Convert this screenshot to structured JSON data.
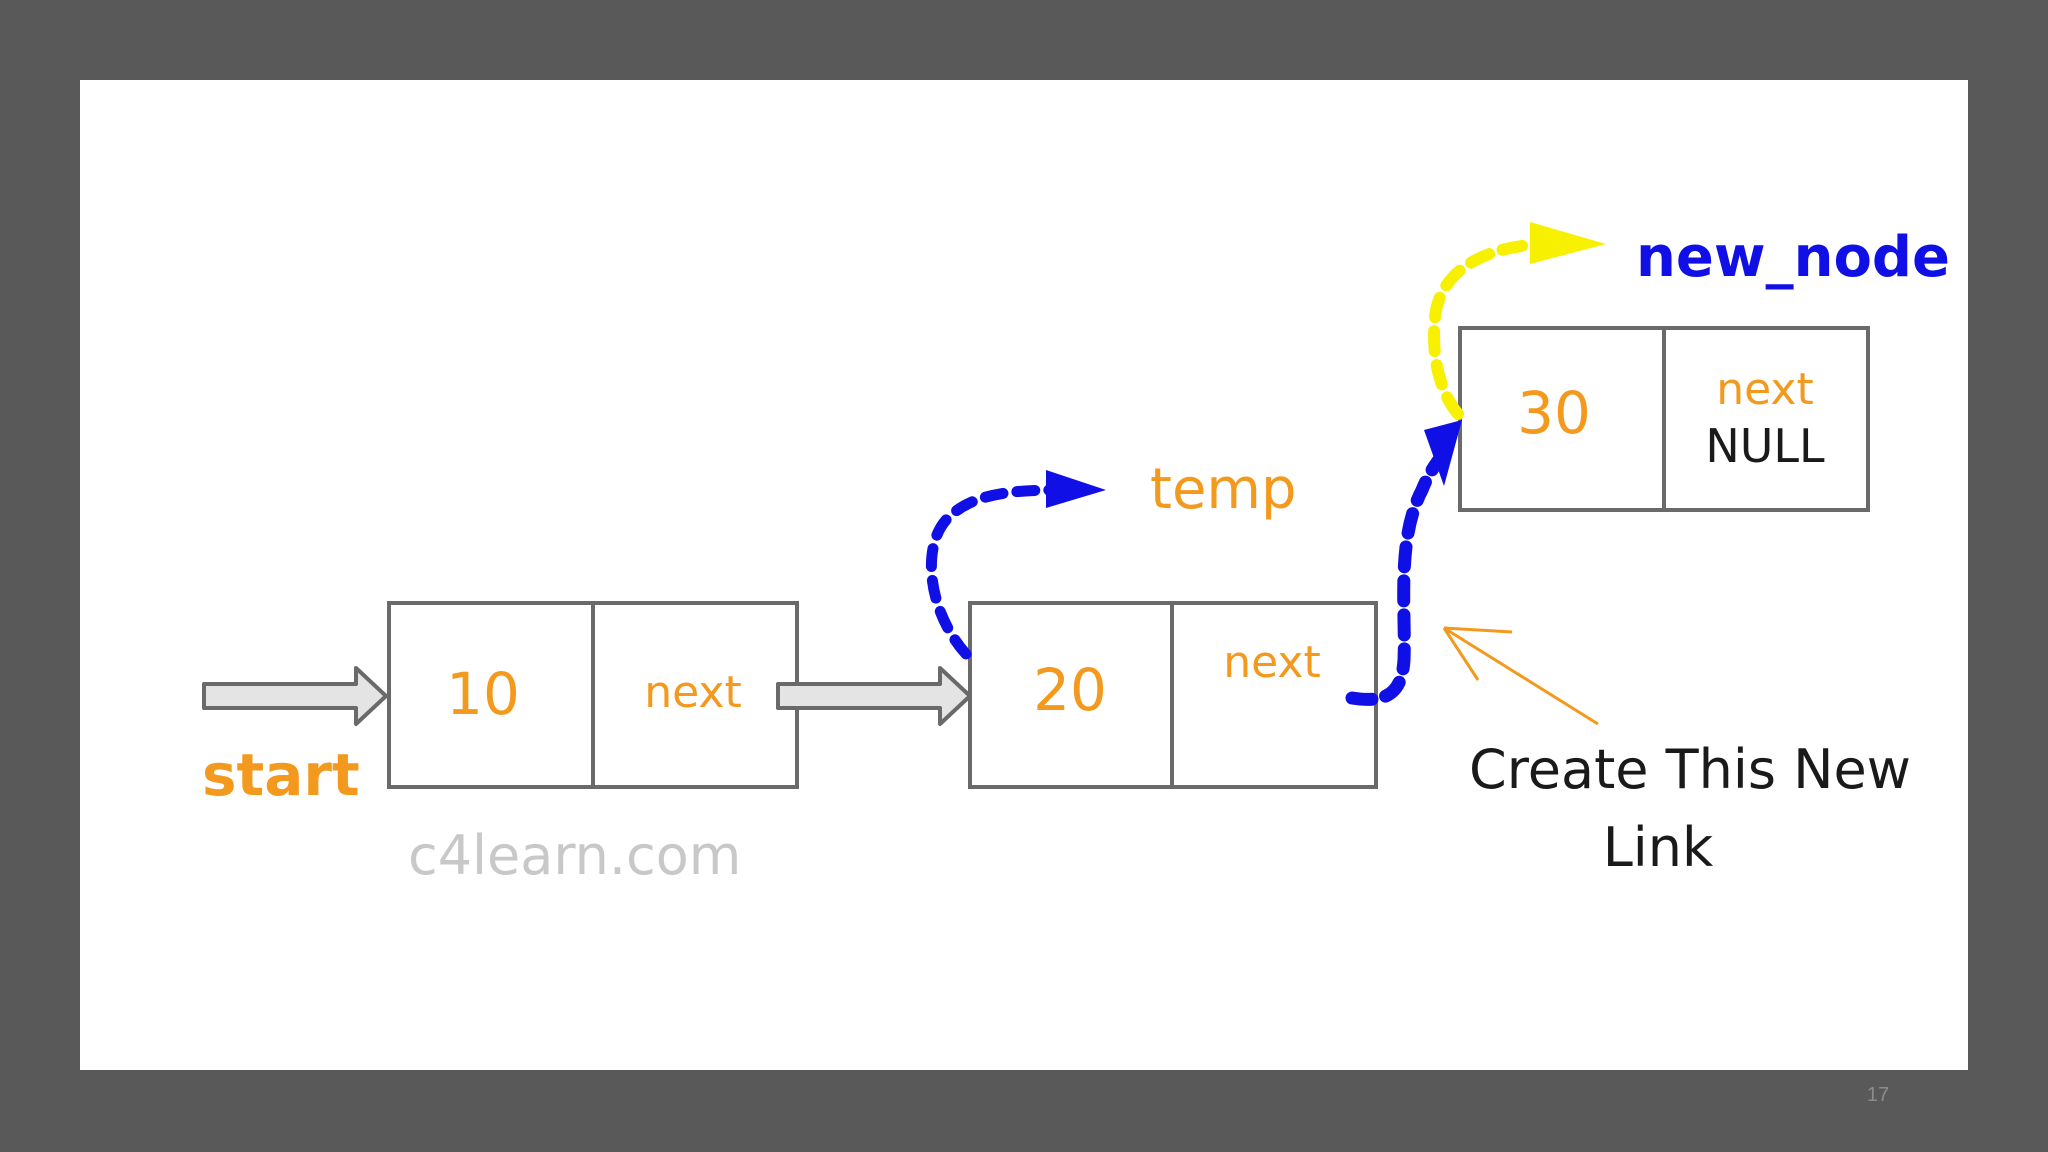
{
  "colors": {
    "background": "#595959",
    "panel": "#ffffff",
    "orange": "#f39a1e",
    "blue": "#1010e6",
    "yellow": "#f7f000",
    "box_border": "#6a6a6a",
    "watermark": "#c8c8c8",
    "arrow_fill": "#e4e4e4"
  },
  "nodes": [
    {
      "value": "10",
      "pointer_label": "next"
    },
    {
      "value": "20",
      "pointer_label": "next"
    },
    {
      "value": "30",
      "pointer_label": "next",
      "pointer_value": "NULL"
    }
  ],
  "labels": {
    "start": "start",
    "temp": "temp",
    "new_node": "new_node",
    "watermark": "c4learn.com",
    "callout_line1": "Create This New",
    "callout_line2": "Link"
  },
  "page_number": "17"
}
